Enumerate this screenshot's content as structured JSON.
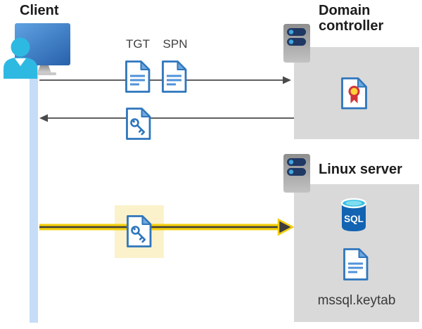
{
  "client": {
    "label": "Client"
  },
  "domain_controller": {
    "label": "Domain controller"
  },
  "linux_server": {
    "label": "Linux server",
    "sql_badge": "SQL",
    "keytab_label": "mssql.keytab"
  },
  "tickets": {
    "tgt": "TGT",
    "spn": "SPN"
  },
  "flows": [
    {
      "from": "client",
      "to": "domain-controller",
      "items": [
        "TGT",
        "SPN"
      ],
      "style": "thin-gray"
    },
    {
      "from": "domain-controller",
      "to": "client",
      "items": [
        "key-document"
      ],
      "style": "thin-gray"
    },
    {
      "from": "client",
      "to": "linux-server",
      "items": [
        "key-document"
      ],
      "style": "thick-yellow-highlighted"
    }
  ],
  "icons": [
    "client-workstation-icon",
    "server-icon",
    "document-icon",
    "key-document-icon",
    "certificate-icon",
    "sql-database-icon"
  ],
  "colors": {
    "doc-blue": "#2E76BC",
    "doc-line-blue": "#4F93D9",
    "doc-fold-blue": "#6FA8DC",
    "person-cyan": "#2EB9E2",
    "lifeline-blue": "#C6DCF7",
    "box-gray": "#D9D9D9",
    "server-navy": "#1F3864",
    "server-dot-blue": "#41A5DD",
    "arrow-gray": "#4A4A4A",
    "kerberos-yellow": "#F2CE0C",
    "highlight-yellow": "#FBF2CB",
    "sql-blue": "#1263B1",
    "sql-cyan": "#35BFE3",
    "cert-red": "#D13438",
    "cert-gold": "#FFD23B",
    "text-dark": "#1C1C1C",
    "text-gray": "#404040"
  }
}
